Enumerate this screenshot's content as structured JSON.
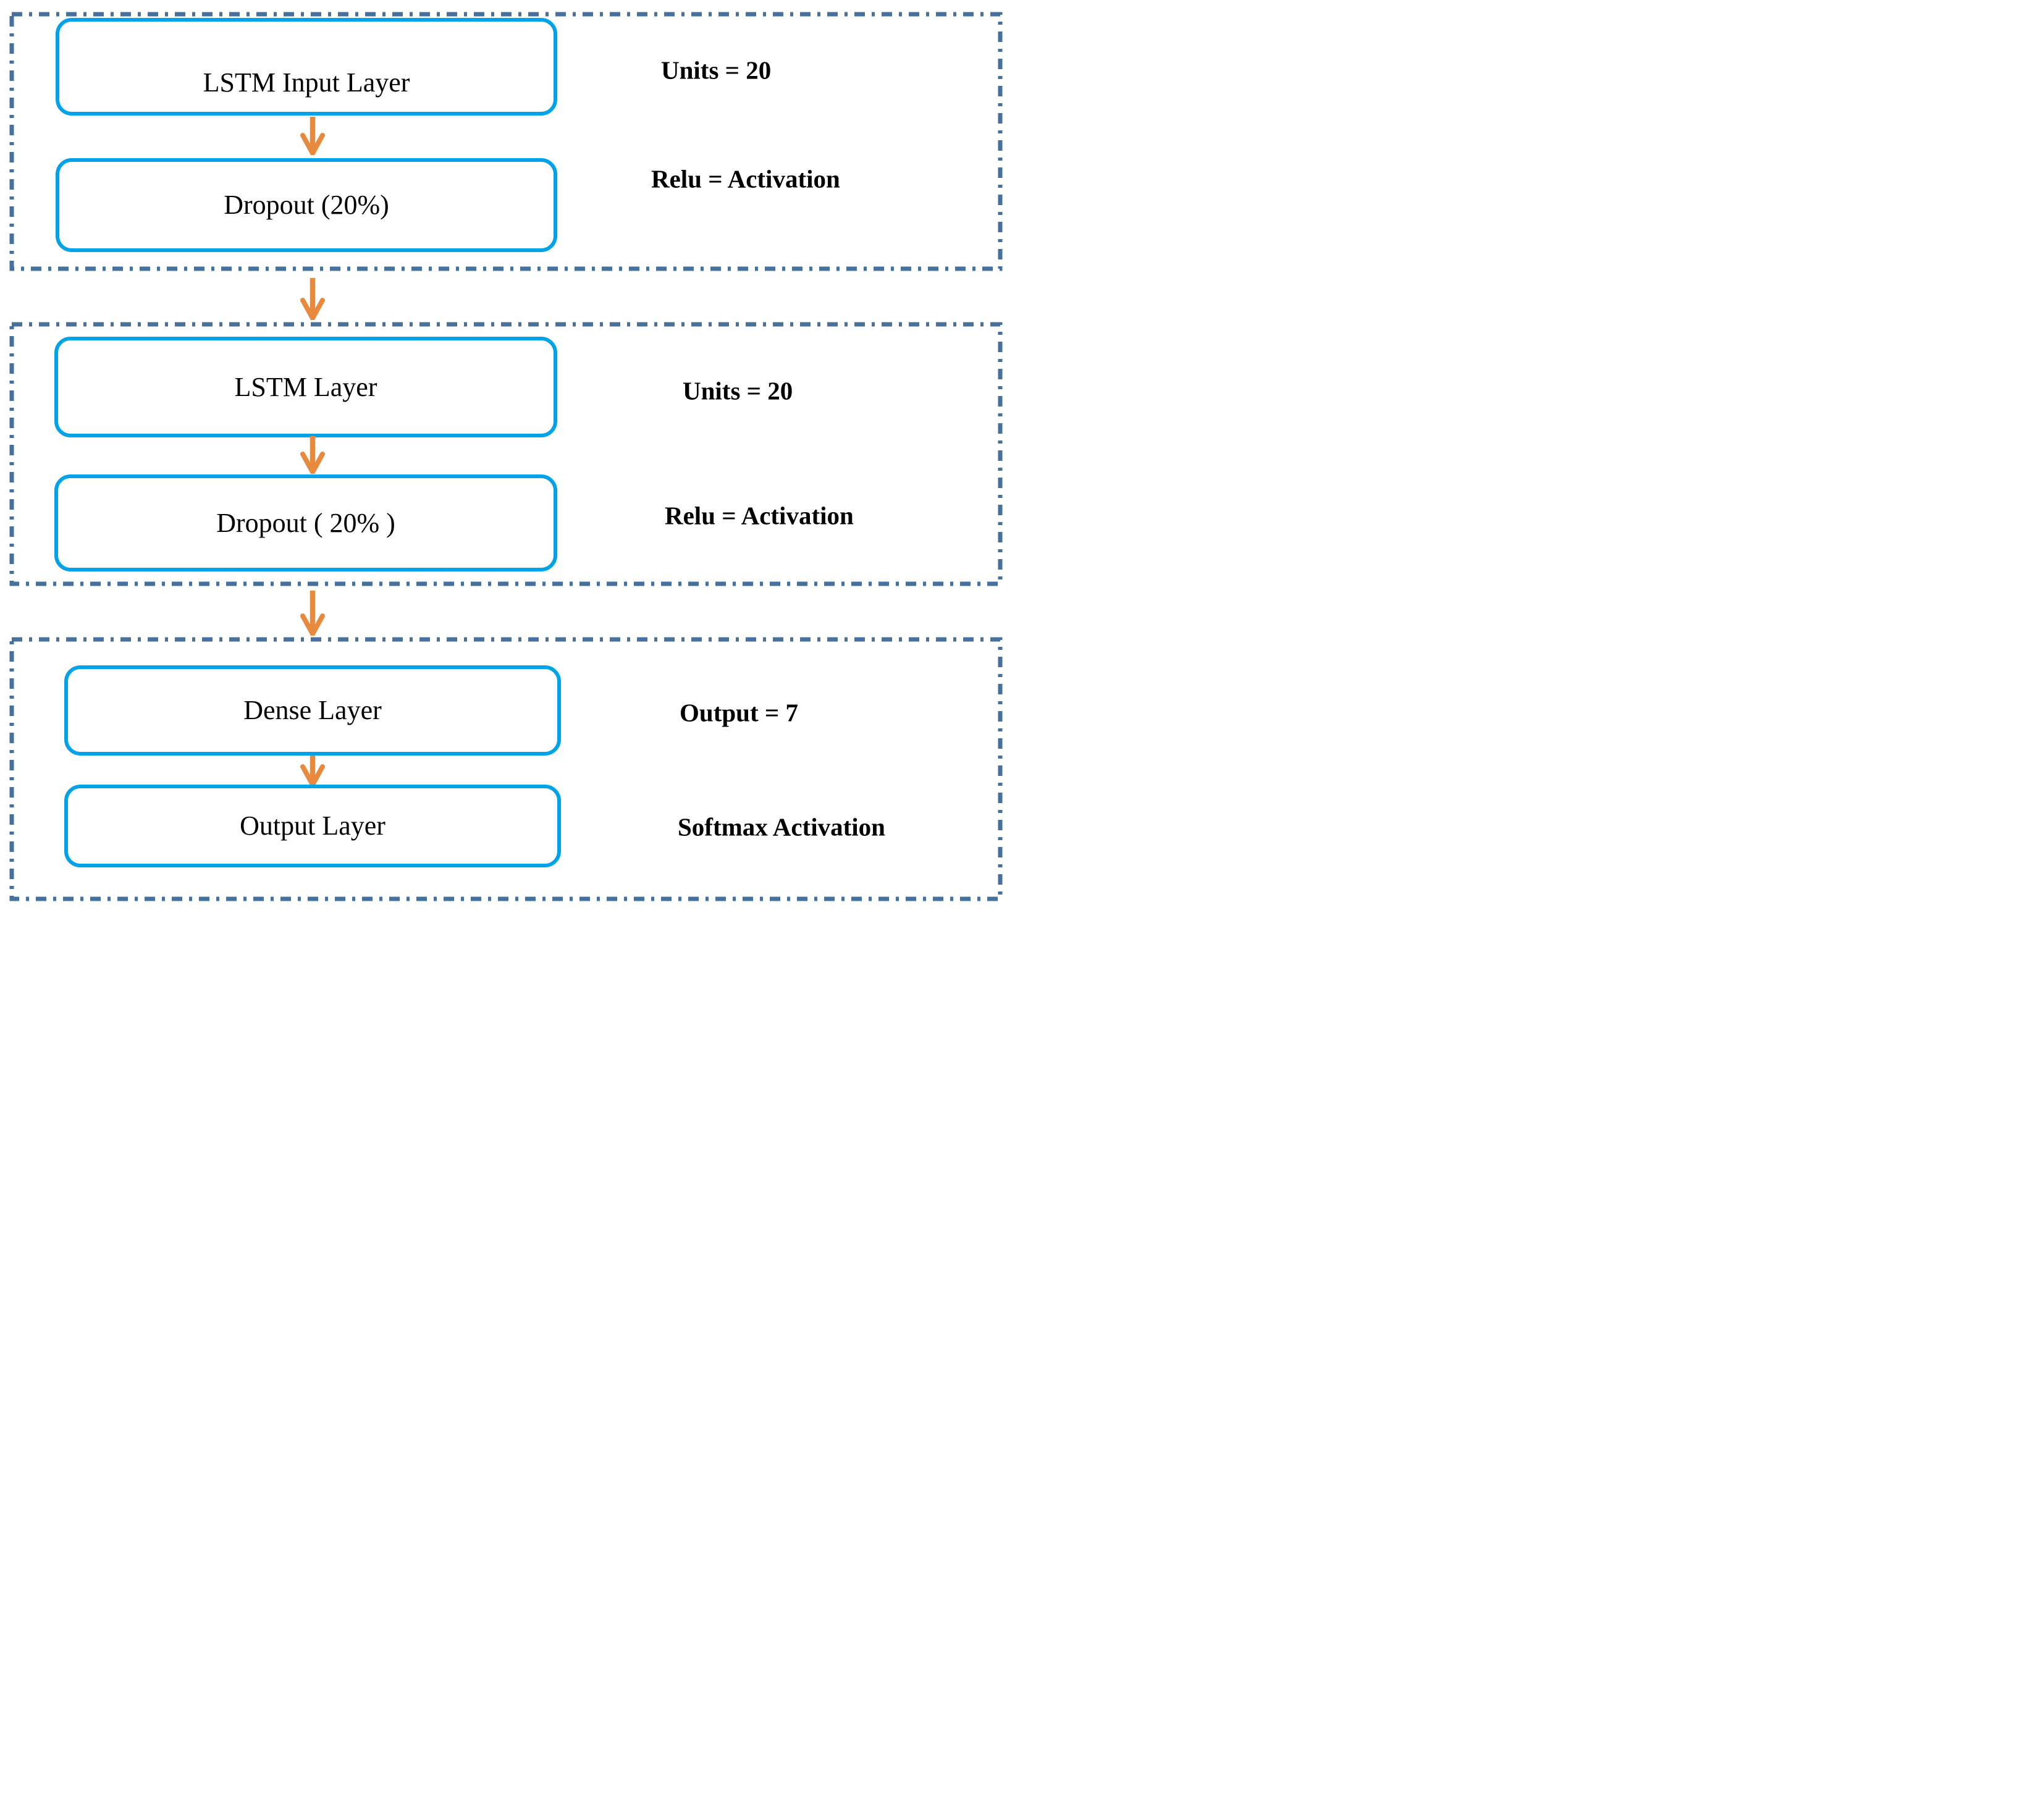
{
  "colors": {
    "background": "#FFFFFF",
    "container_border": "#46719D",
    "box_border": "#00A2E8",
    "arrow": "#E88A3E",
    "text": "#000000"
  },
  "containers": [
    {
      "boxes": [
        "LSTM Input Layer",
        "Dropout (20%)"
      ],
      "annotations": [
        "Units = 20",
        "Relu = Activation"
      ]
    },
    {
      "boxes": [
        "LSTM Layer",
        "Dropout ( 20% )"
      ],
      "annotations": [
        "Units = 20",
        "Relu = Activation"
      ]
    },
    {
      "boxes": [
        "Dense Layer",
        "Output Layer"
      ],
      "annotations": [
        "Output = 7",
        "Softmax Activation"
      ]
    }
  ]
}
